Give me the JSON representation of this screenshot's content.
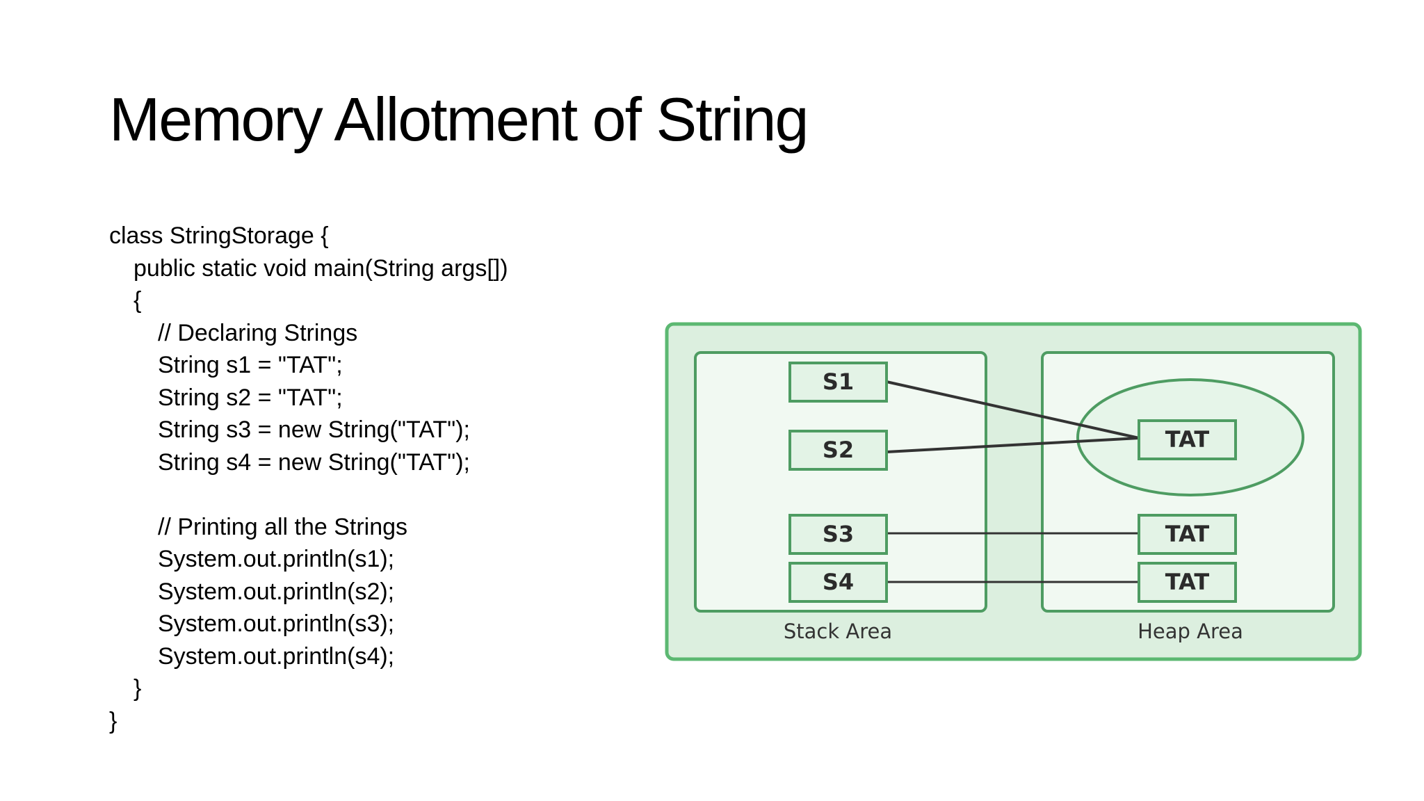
{
  "slide": {
    "title": "Memory Allotment of String"
  },
  "code": {
    "lines": [
      {
        "text": "class StringStorage {",
        "indent": 0
      },
      {
        "text": "public static void main(String args[])",
        "indent": 1
      },
      {
        "text": "{",
        "indent": 1
      },
      {
        "text": "// Declaring Strings",
        "indent": 2
      },
      {
        "text": "String s1 = \"TAT\";",
        "indent": 2
      },
      {
        "text": "String s2 = \"TAT\";",
        "indent": 2
      },
      {
        "text": "String s3 = new String(\"TAT\");",
        "indent": 2
      },
      {
        "text": "String s4 = new String(\"TAT\");",
        "indent": 2
      },
      {
        "text": "",
        "indent": 2
      },
      {
        "text": "// Printing all the Strings",
        "indent": 2
      },
      {
        "text": "System.out.println(s1);",
        "indent": 2
      },
      {
        "text": "System.out.println(s2);",
        "indent": 2
      },
      {
        "text": "System.out.println(s3);",
        "indent": 2
      },
      {
        "text": "System.out.println(s4);",
        "indent": 2
      },
      {
        "text": "}",
        "indent": 1
      },
      {
        "text": "}",
        "indent": 0
      }
    ]
  },
  "diagram": {
    "stack_label": "Stack Area",
    "heap_label": "Heap Area",
    "stack_refs": {
      "s1": "S1",
      "s2": "S2",
      "s3": "S3",
      "s4": "S4"
    },
    "heap_objects": {
      "pool": "TAT",
      "obj3": "TAT",
      "obj4": "TAT"
    },
    "colors": {
      "outer_fill": "#dcefdf",
      "outer_stroke": "#5cb872",
      "inner_fill": "#f1f9f2",
      "box_fill": "#e3f3e6",
      "box_stroke": "#4e9c62",
      "line": "#333333",
      "text": "#2b2b2b"
    }
  }
}
